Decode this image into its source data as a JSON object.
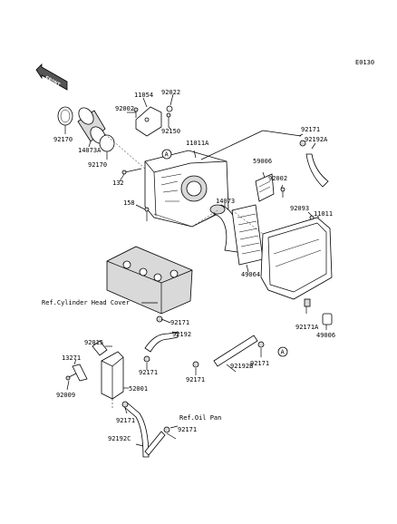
{
  "diagram": {
    "code": "E0130",
    "front_label": "FRONT",
    "ref_marker": "A",
    "refs": {
      "cylinder_head_cover": "Ref.Cylinder Head Cover",
      "oil_pan": "Ref.Oil Pan"
    },
    "parts": {
      "p11054": "11054",
      "p92022": "92022",
      "p92002_top": "92002",
      "p92150": "92150",
      "p92170_top": "92170",
      "p14073A": "14073A",
      "p92170_mid": "92170",
      "p11011A": "11011A",
      "p132": "132",
      "p158": "158",
      "p92171_top": "92171",
      "p92192A": "92192A",
      "p59006": "59006",
      "p92002_mid": "92002",
      "p14073": "14073",
      "p92093": "92093",
      "p11011": "11011",
      "p49064": "49064",
      "p92015": "92015",
      "p92171_a": "92171",
      "p92192": "92192",
      "p13271": "13271",
      "p92009": "92009",
      "p92171_b": "92171",
      "p92171_c": "92171",
      "p52001": "52001",
      "p92192B": "92192B",
      "p92171_d": "92171",
      "p92171A": "92171A",
      "p49006": "49006",
      "p92171_e": "92171",
      "p92171_f": "92171",
      "p92192C": "92192C"
    }
  }
}
